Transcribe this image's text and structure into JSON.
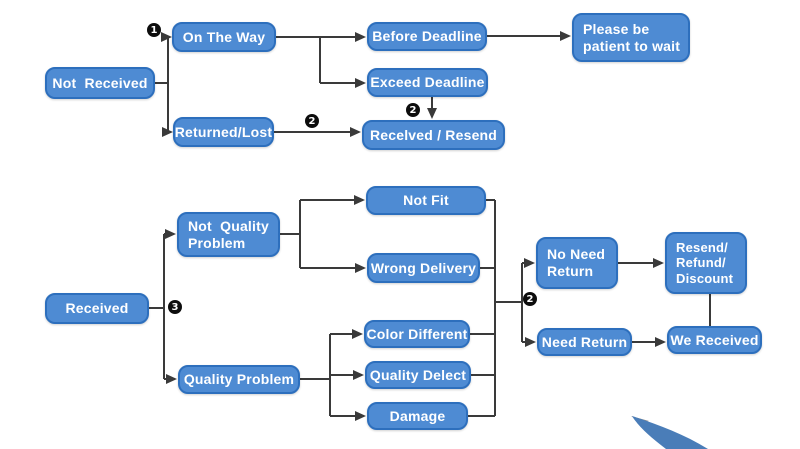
{
  "diagram": {
    "title": "order-status-flowchart",
    "node_fill": "#4e8bd3",
    "node_border": "#2d6fbd",
    "text_color": "#ffffff",
    "line_color": "#3a3a3a",
    "marker_bg": "#0d0d0d",
    "swoosh_color": "#4a7db8",
    "swoosh_tip_color": "#8f8b86",
    "background": "#ffffff"
  },
  "nodes": {
    "not_received": {
      "label": "Not  Received"
    },
    "on_the_way": {
      "label": "On The Way"
    },
    "returned_lost": {
      "label": "Returned/Lost"
    },
    "before_deadline": {
      "label": "Before Deadline"
    },
    "exceed_deadline": {
      "label": "Exceed Deadline"
    },
    "received_resend": {
      "label": "Recelved / Resend"
    },
    "please_wait": {
      "label": "Please be\npatient to wait"
    },
    "received": {
      "label": "Received"
    },
    "not_quality_problem": {
      "label": "Not  Quality\nProblem"
    },
    "quality_problem": {
      "label": "Quality Problem"
    },
    "not_fit": {
      "label": "Not Fit"
    },
    "wrong_delivery": {
      "label": "Wrong Delivery"
    },
    "color_different": {
      "label": "Color Different"
    },
    "quality_delect": {
      "label": "Quality Delect"
    },
    "damage": {
      "label": "Damage"
    },
    "no_need_return": {
      "label": "No Need\nReturn"
    },
    "need_return": {
      "label": "Need Return"
    },
    "resend_refund_discount": {
      "label": "Resend/\nRefund/\nDiscount"
    },
    "we_received": {
      "label": "We Received"
    }
  },
  "markers": {
    "m1": {
      "value": "1"
    },
    "m2_top": {
      "value": "2"
    },
    "m2_returned": {
      "value": "2"
    },
    "m3": {
      "value": "3"
    },
    "m2_bottom": {
      "value": "2"
    }
  }
}
